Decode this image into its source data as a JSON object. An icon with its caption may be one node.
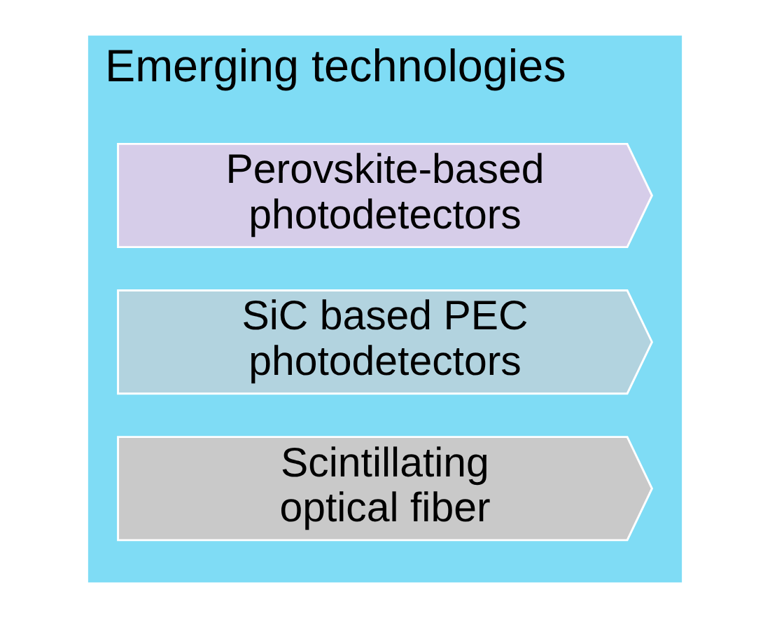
{
  "diagram": {
    "nodes": [
      {
        "text": [
          "Emerging technologies"
        ]
      },
      {
        "text": [
          "Perovskite-based photodetectors"
        ],
        "in": 0
      },
      {
        "text": [
          "SiC based PEC photodetectors"
        ],
        "in": 0
      },
      {
        "text": [
          "Scintillating optical fiber"
        ],
        "in": 0
      }
    ]
  }
}
